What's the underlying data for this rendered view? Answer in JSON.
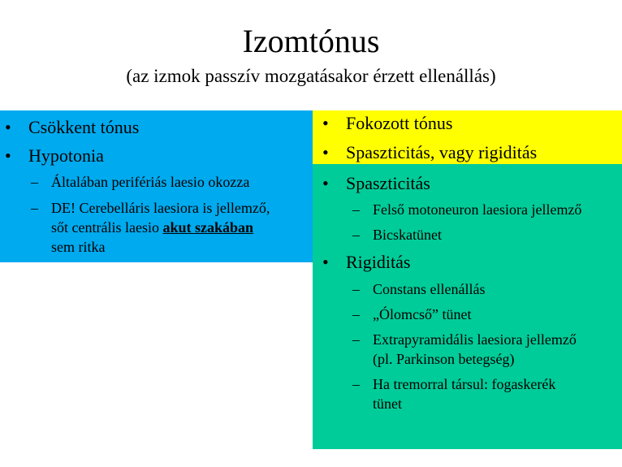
{
  "slide": {
    "title": "Izomtónus",
    "subtitle": "(az izmok passzív mozgatásakor érzett ellenállás)"
  },
  "left_panel": {
    "color": "#00aaee",
    "items": [
      {
        "bullet": "•",
        "text": "Csökkent tónus"
      },
      {
        "bullet": "•",
        "text": "Hypotonia"
      }
    ],
    "sub_items": [
      {
        "dash": "–",
        "line1": "Általában perifériás laesio okozza"
      },
      {
        "dash": "–",
        "line1": "DE! Cerebelláris laesiora is jellemző,",
        "line2_before": "sőt centrális laesio ",
        "line2_emphasis": "akut szakában",
        "line3": "sem ritka"
      }
    ]
  },
  "top_right_panel": {
    "color": "#ffff00",
    "items": [
      {
        "bullet": "•",
        "text": "Fokozott tónus"
      },
      {
        "bullet": "•",
        "text": "Spaszticitás, vagy rigiditás"
      }
    ]
  },
  "bottom_right_panel": {
    "color": "#00cc99",
    "spasticity": {
      "bullet": "•",
      "text": "Spaszticitás",
      "sub_items": [
        {
          "dash": "–",
          "text": "Felső motoneuron laesiora jellemző"
        },
        {
          "dash": "–",
          "text": "Bicskatünet"
        }
      ]
    },
    "rigidity": {
      "bullet": "•",
      "text": "Rigiditás",
      "sub_items": [
        {
          "dash": "–",
          "line1": "Constans ellenállás"
        },
        {
          "dash": "–",
          "line1": "„Ólomcső” tünet"
        },
        {
          "dash": "–",
          "line1": "Extrapyramidális laesiora jellemző",
          "line2": "(pl. Parkinson betegség)"
        },
        {
          "dash": "–",
          "line1": "Ha tremorral társul: fogaskerék",
          "line2": "tünet"
        }
      ]
    }
  }
}
